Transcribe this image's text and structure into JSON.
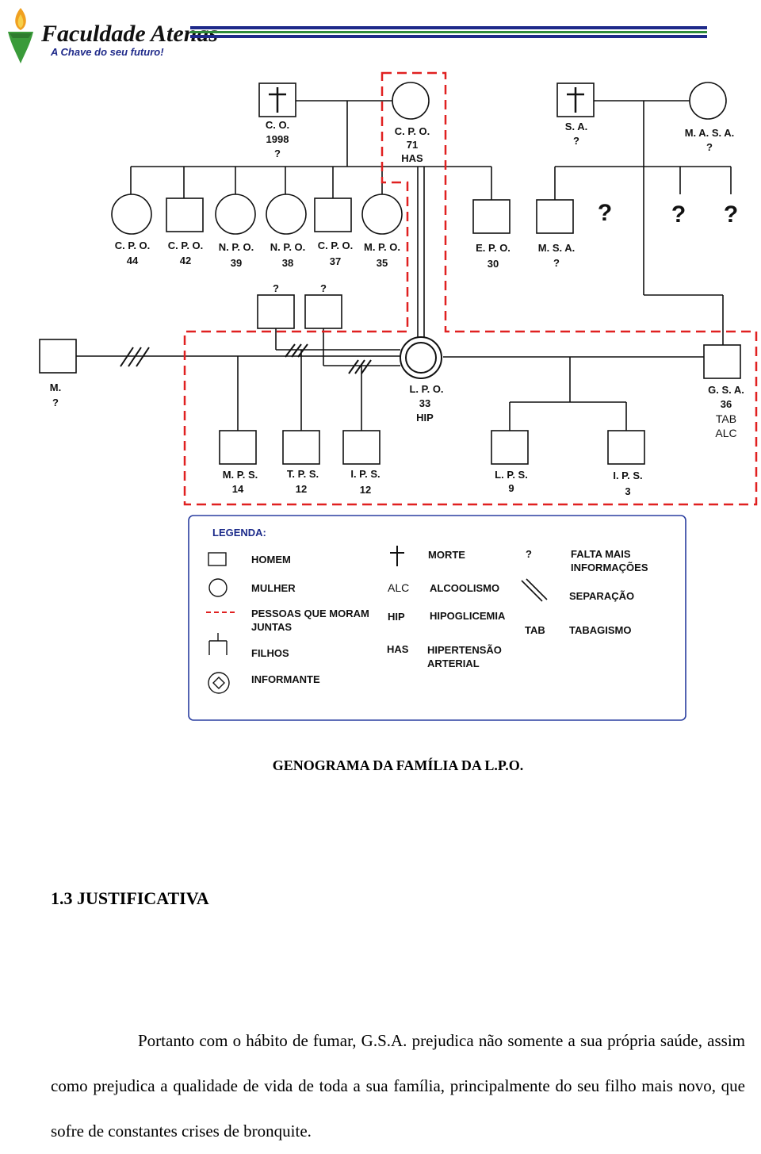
{
  "header": {
    "logo_name": "Faculdade Atenas",
    "logo_tagline": "A Chave do seu futuro!",
    "colors": {
      "stripe_dark": "#1f2a8a",
      "stripe_green": "#2e8b3a",
      "logo_green": "#3a9b3a",
      "logo_orange": "#f0a020"
    }
  },
  "genogram": {
    "grandparents": [
      {
        "name": "C. O.",
        "line2": "1998",
        "line3": "?",
        "symbol": "male-deceased"
      },
      {
        "name": "C. P. O.",
        "line2": "71",
        "line3": "HAS",
        "symbol": "female"
      },
      {
        "name": "S. A.",
        "line2": "?",
        "symbol": "male-deceased"
      },
      {
        "name": "M. A. S. A.",
        "line2": "?",
        "symbol": "female"
      }
    ],
    "siblings": [
      {
        "name": "C. P. O.",
        "age": "44",
        "symbol": "female"
      },
      {
        "name": "C. P. O.",
        "age": "42",
        "symbol": "male"
      },
      {
        "name": "N. P. O.",
        "age": "39",
        "symbol": "female"
      },
      {
        "name": "N. P. O.",
        "age": "38",
        "symbol": "female"
      },
      {
        "name": "C. P. O.",
        "age": "37",
        "symbol": "male"
      },
      {
        "name": "M. P. O.",
        "age": "35",
        "symbol": "female"
      },
      {
        "name": "E. P. O.",
        "age": "30",
        "symbol": "male"
      },
      {
        "name": "M. S. A.",
        "age": "?",
        "symbol": "male"
      }
    ],
    "unknown_marks": [
      "?",
      "?",
      "?"
    ],
    "ex_partners": [
      {
        "name": "?",
        "symbol": "male"
      },
      {
        "name": "?",
        "symbol": "male"
      },
      {
        "name": "M.",
        "age": "?",
        "symbol": "male"
      }
    ],
    "informant": {
      "name": "L. P. O.",
      "age": "33",
      "note": "HIP"
    },
    "partner": {
      "name": "G. S. A.",
      "age": "36",
      "note1": "TAB",
      "note2": "ALC"
    },
    "children": [
      {
        "name": "M. P. S.",
        "age": "14"
      },
      {
        "name": "T. P. S.",
        "age": "12"
      },
      {
        "name": "I. P. S.",
        "age": "12"
      },
      {
        "name": "L. P. S.",
        "age": "9"
      },
      {
        "name": "I. P. S.",
        "age": "3"
      }
    ],
    "legend": {
      "title": "LEGENDA:",
      "homem": "HOMEM",
      "mulher": "MULHER",
      "juntas": [
        "PESSOAS QUE MORAM",
        "JUNTAS"
      ],
      "filhos": "FILHOS",
      "informante": "INFORMANTE",
      "morte": "MORTE",
      "alc_code": "ALC",
      "alc": "ALCOOLISMO",
      "hip_code": "HIP",
      "hip": "HIPOGLICEMIA",
      "has_code": "HAS",
      "has": [
        "HIPERTENSÃO",
        "ARTERIAL"
      ],
      "q_code": "?",
      "falta": [
        "FALTA MAIS",
        "INFORMAÇÕES"
      ],
      "separacao": "SEPARAÇÃO",
      "tab_code": "TAB",
      "tabagismo": "TABAGISMO"
    },
    "colors": {
      "dashed": "#e02020",
      "legend_border": "#2a3ea0"
    }
  },
  "caption": "GENOGRAMA DA FAMÍLIA DA L.P.O.",
  "section_heading": "1.3 JUSTIFICATIVA",
  "paragraph": "Portanto com o hábito de fumar, G.S.A. prejudica não somente a sua própria saúde, assim como prejudica a qualidade de vida de toda a sua família, principalmente do seu filho mais novo, que sofre de constantes crises de bronquite."
}
